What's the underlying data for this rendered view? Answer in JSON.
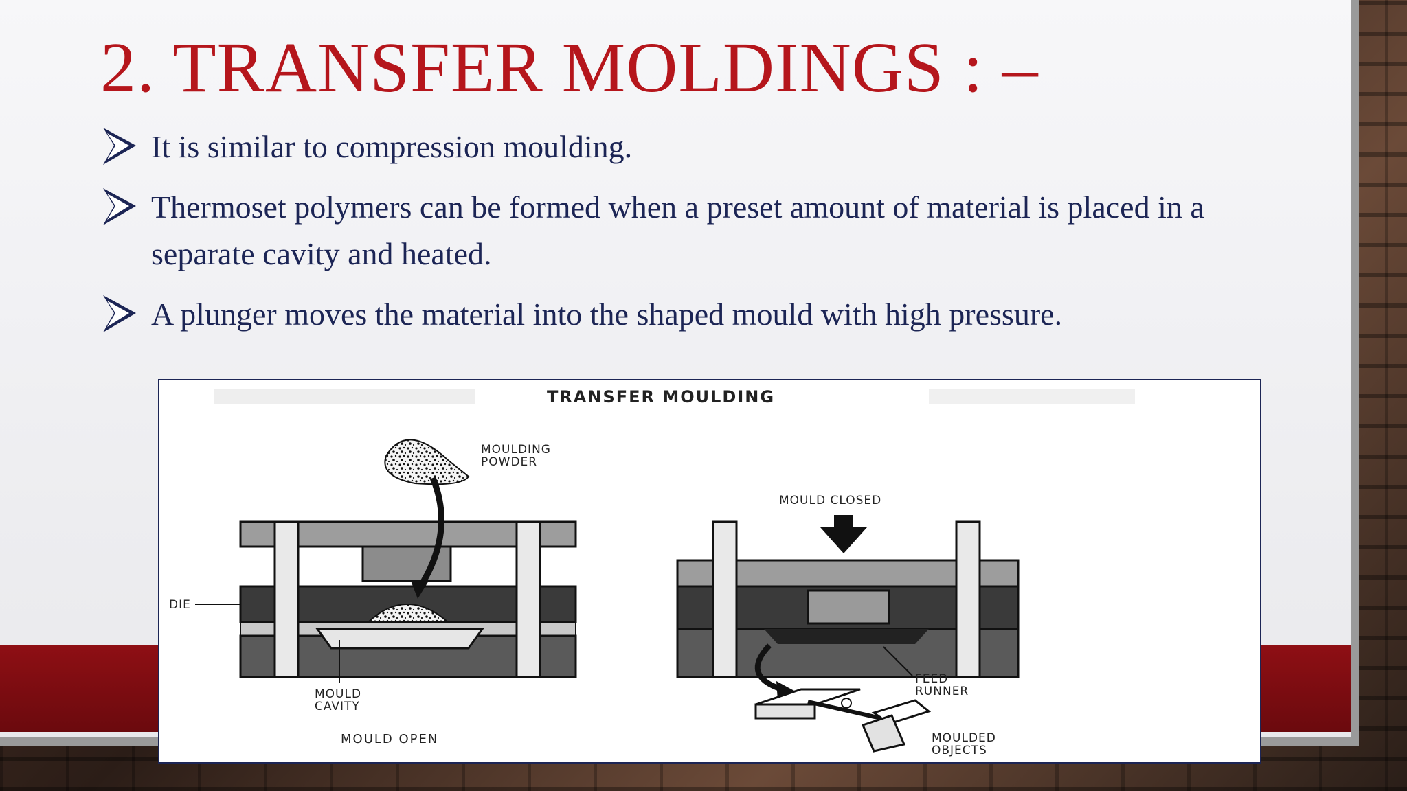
{
  "slide": {
    "title": "2. TRANSFER MOLDINGS : –",
    "bullets": [
      "It is similar to compression moulding.",
      "Thermoset polymers can be formed when a preset amount of material is placed in a separate cavity and heated.",
      "A plunger moves the material into the shaped mould with high pressure."
    ]
  },
  "figure": {
    "heading": "TRANSFER MOULDING",
    "labels": {
      "powder_1": "MOULDING",
      "powder_2": "POWDER",
      "die": "DIE",
      "cavity_1": "MOULD",
      "cavity_2": "CAVITY",
      "open": "MOULD OPEN",
      "closed": "MOULD CLOSED",
      "feed_1": "FEED",
      "feed_2": "RUNNER",
      "objects_1": "MOULDED",
      "objects_2": "OBJECTS"
    }
  },
  "colors": {
    "title": "#b5161c",
    "body_text": "#1c2555",
    "red_band": "#8e0f14",
    "slide_bg": "#f2f2f4"
  }
}
